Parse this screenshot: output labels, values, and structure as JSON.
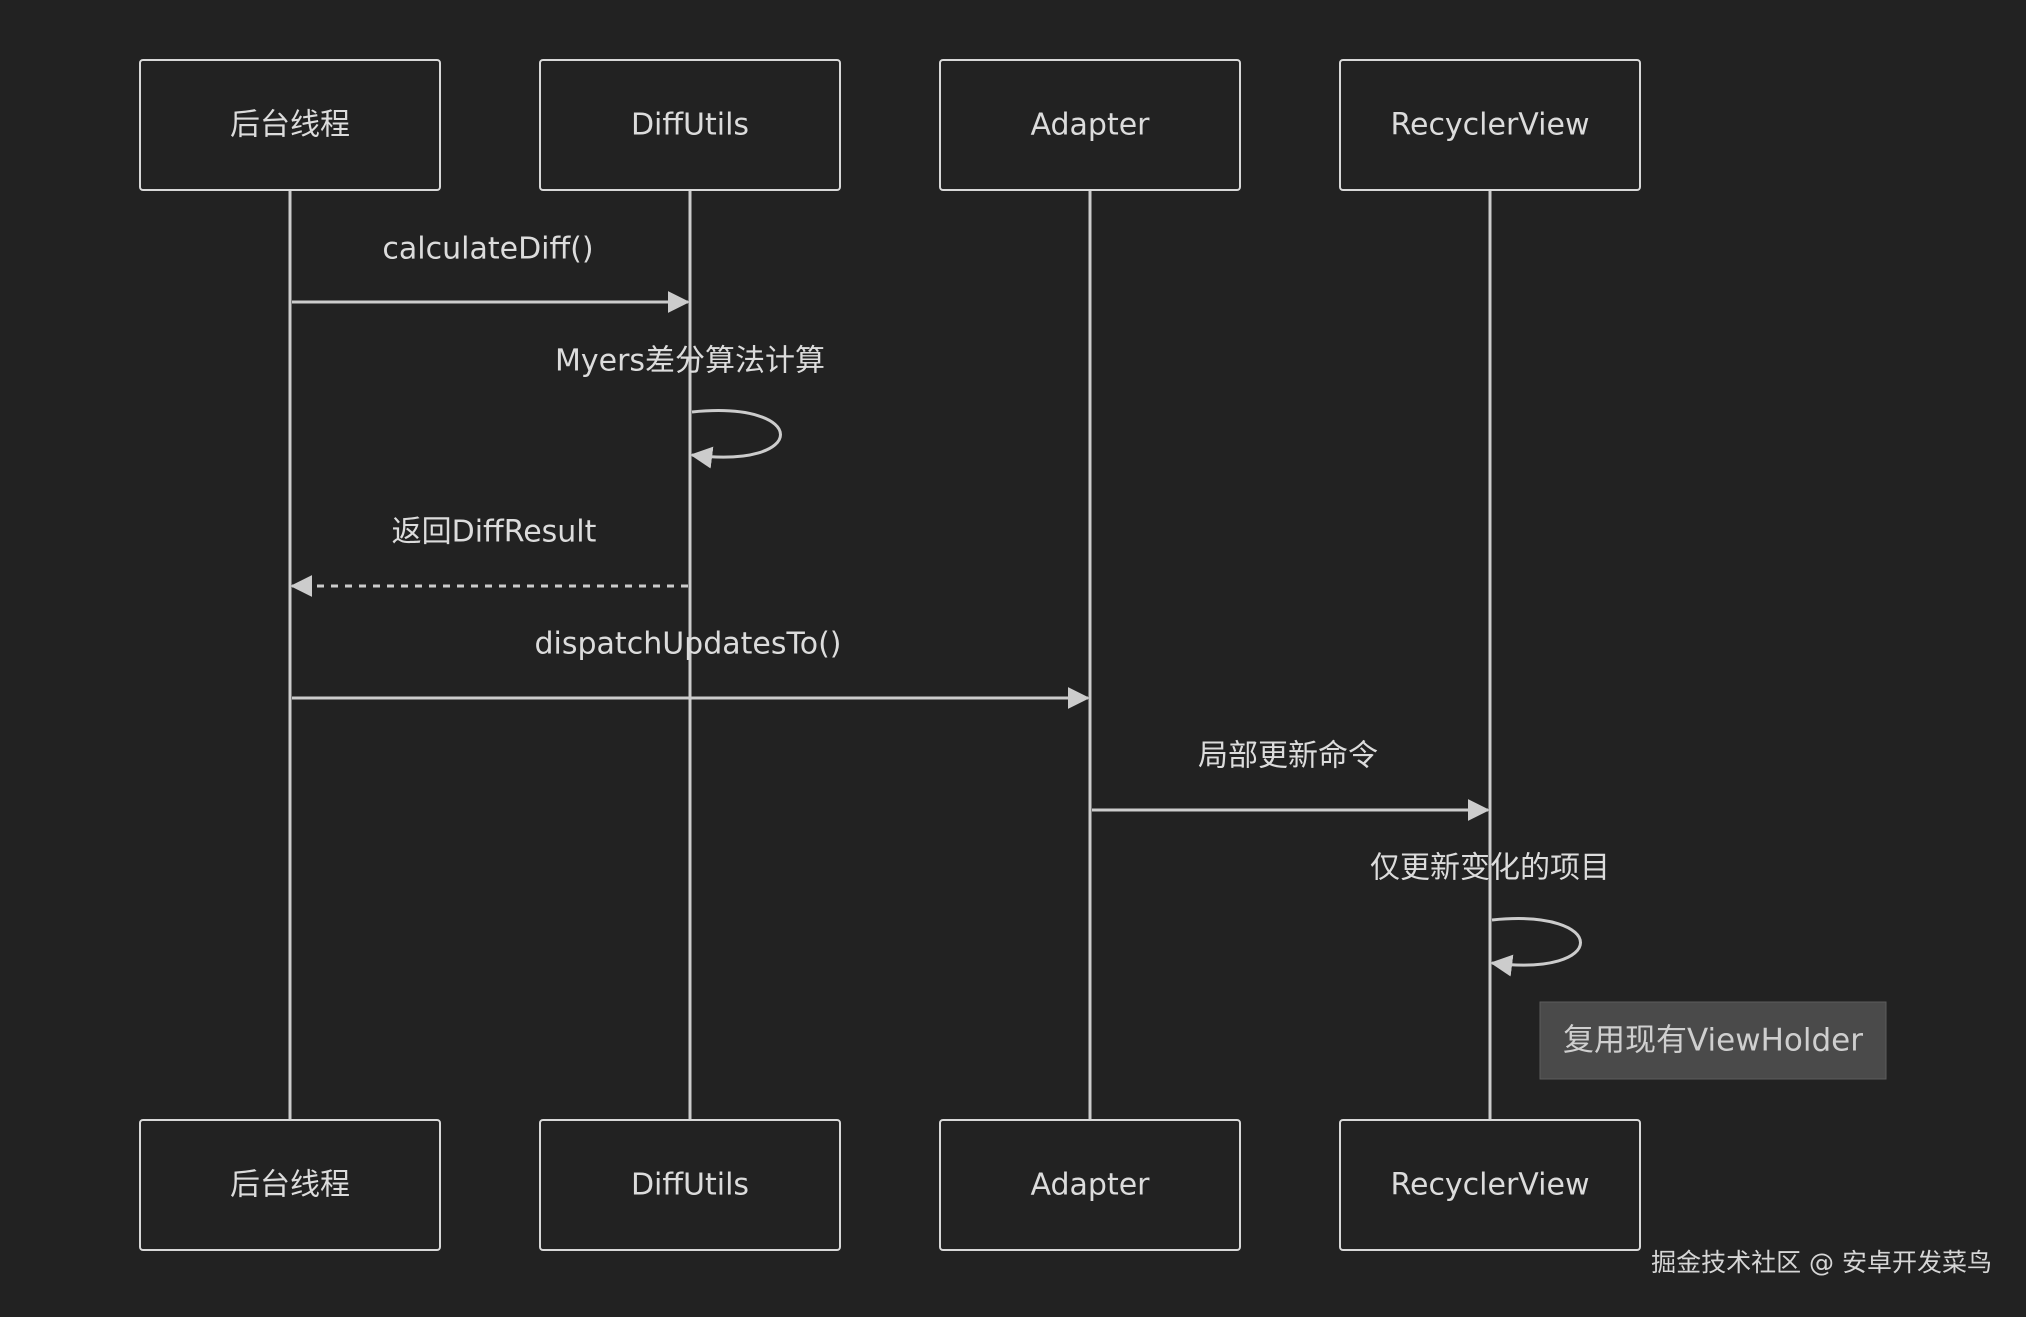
{
  "diagram": {
    "type": "sequence",
    "colors": {
      "background": "#222222",
      "line": "#cccccc",
      "box_border": "#d8d8d8",
      "text": "#dcdcdc",
      "note_fill": "#4a4a4a"
    },
    "participants": [
      {
        "id": "bg",
        "label": "后台线程"
      },
      {
        "id": "diff",
        "label": "DiffUtils"
      },
      {
        "id": "adapter",
        "label": "Adapter"
      },
      {
        "id": "rv",
        "label": "RecyclerView"
      }
    ],
    "messages": [
      {
        "from": "bg",
        "to": "diff",
        "label": "calculateDiff()",
        "style": "solid"
      },
      {
        "from": "diff",
        "to": "diff",
        "label": "Myers差分算法计算",
        "style": "self"
      },
      {
        "from": "diff",
        "to": "bg",
        "label": "返回DiffResult",
        "style": "dashed"
      },
      {
        "from": "bg",
        "to": "adapter",
        "label": "dispatchUpdatesTo()",
        "style": "solid"
      },
      {
        "from": "adapter",
        "to": "rv",
        "label": "局部更新命令",
        "style": "solid"
      },
      {
        "from": "rv",
        "to": "rv",
        "label": "仅更新变化的项目",
        "style": "self"
      }
    ],
    "note": {
      "over": "rv",
      "text": "复用现有ViewHolder"
    }
  },
  "watermark": "掘金技术社区 @ 安卓开发菜鸟"
}
